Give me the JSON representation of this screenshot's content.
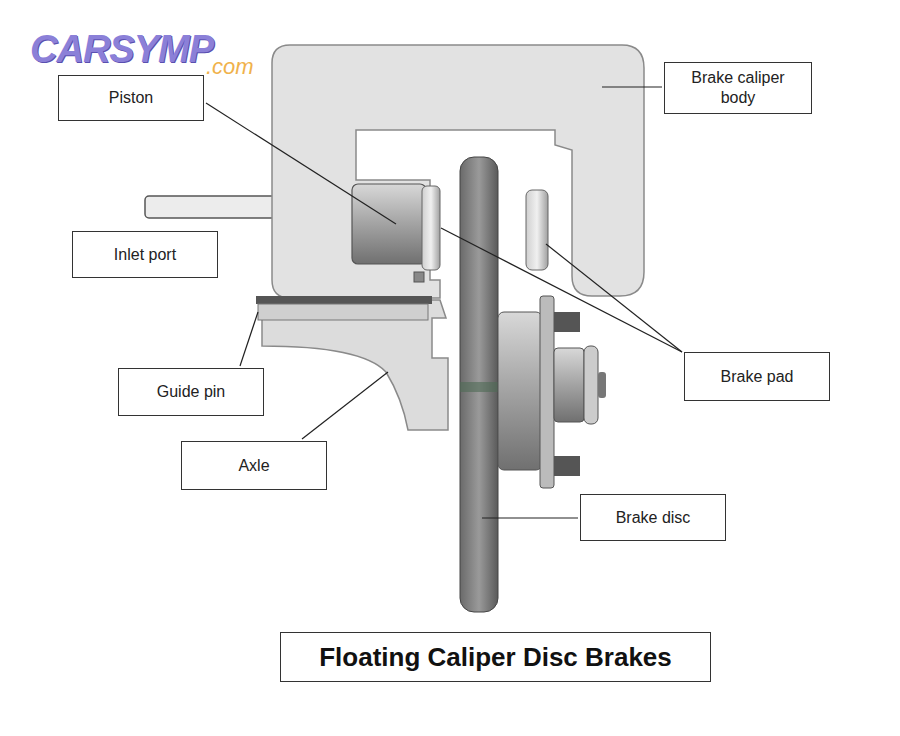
{
  "diagram": {
    "caption": "Floating Caliper Disc Brakes",
    "nodes": [
      {
        "text": [
          "Piston"
        ]
      },
      {
        "text": [
          "Brake caliper body"
        ]
      },
      {
        "text": [
          "Inlet port"
        ]
      },
      {
        "text": [
          "Brake pad"
        ]
      },
      {
        "text": [
          "Guide pin"
        ]
      },
      {
        "text": [
          "Axle"
        ]
      },
      {
        "text": [
          "Brake disc"
        ]
      }
    ],
    "labels": [
      "CARSYMP",
      ".com"
    ]
  }
}
